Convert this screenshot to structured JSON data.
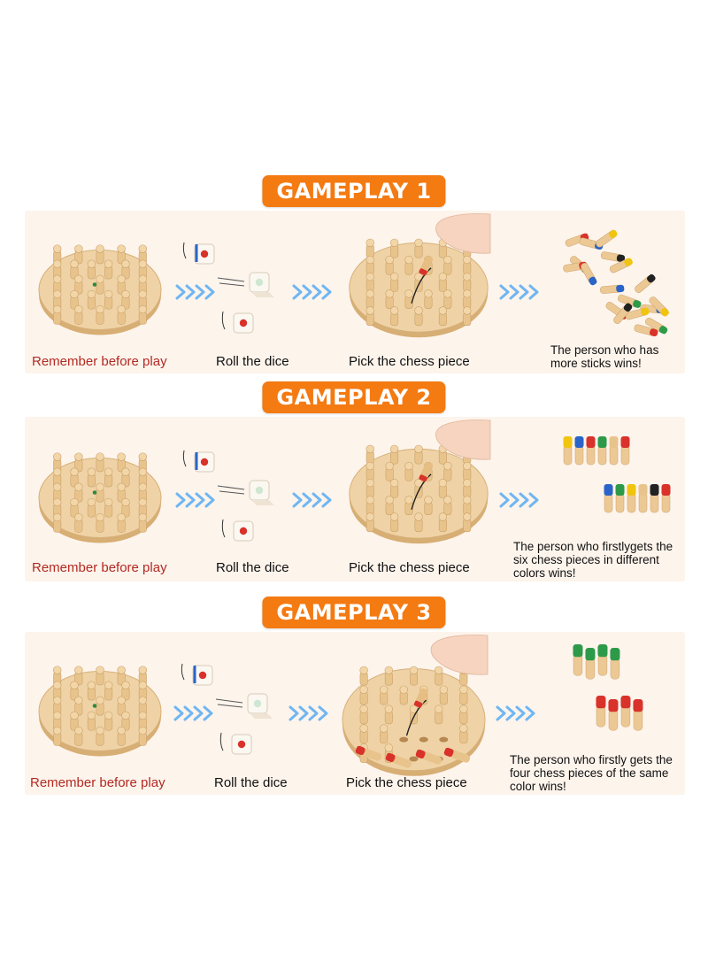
{
  "colors": {
    "badge": "#f47a12",
    "panel": "#fdf4ec",
    "wood": "#efd3a6",
    "arrow": "#6fb6f2",
    "remember_text": "#b22a22"
  },
  "sections": [
    {
      "title": "GAMEPLAY 1",
      "steps": [
        "Remember before play",
        "Roll the dice",
        "Pick the chess piece"
      ],
      "result": "The person who has\nmore sticks wins!"
    },
    {
      "title": "GAMEPLAY 2",
      "steps": [
        "Remember before play",
        "Roll the dice",
        "Pick the chess piece"
      ],
      "result": "The person who firstlygets the\nsix chess pieces in different\ncolors wins!"
    },
    {
      "title": "GAMEPLAY 3",
      "steps": [
        "Remember before play",
        "Roll the dice",
        "Pick the chess piece"
      ],
      "result": "The person who firstly gets the\nfour chess pieces of the same\ncolor wins!"
    }
  ],
  "icons": {
    "arrow": "triple-chevron-right-icon",
    "dice": "dice-icon",
    "hand": "hand-icon"
  }
}
